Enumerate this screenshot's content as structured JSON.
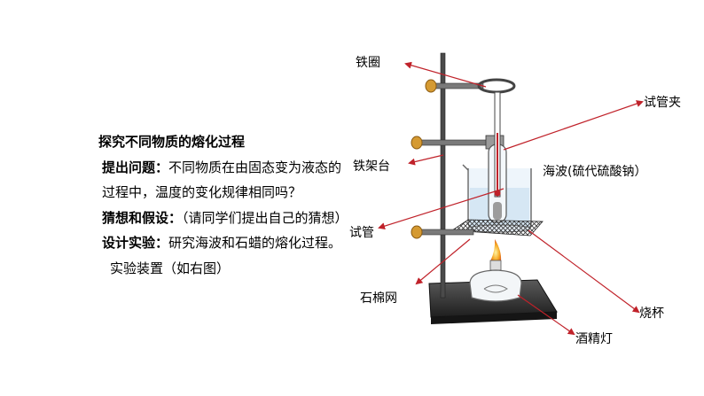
{
  "text": {
    "title": "探究不同物质的熔化过程",
    "q_label": "提出问题：",
    "q_text": "不同物质在由固态变为液态的",
    "q_text2": "过程中，温度的变化规律相同吗？",
    "h_label": "猜想和假设：",
    "h_text": "（请同学们提出自己的猜想）",
    "d_label": "设计实验：",
    "d_text": "研究海波和石蜡的熔化过程。",
    "apparatus": "实验装置（如右图）"
  },
  "labels": {
    "iron_ring": "铁圈",
    "test_tube_clamp": "试管夹",
    "iron_stand": "铁架台",
    "hypo": "海波(硫代硫酸钠）",
    "test_tube": "试管",
    "asbestos_net": "石棉网",
    "beaker": "烧杯",
    "alcohol_lamp": "酒精灯"
  },
  "colors": {
    "arrow": "#c0222a",
    "knob": "#d59a32",
    "stand": "#3a3a3a"
  }
}
